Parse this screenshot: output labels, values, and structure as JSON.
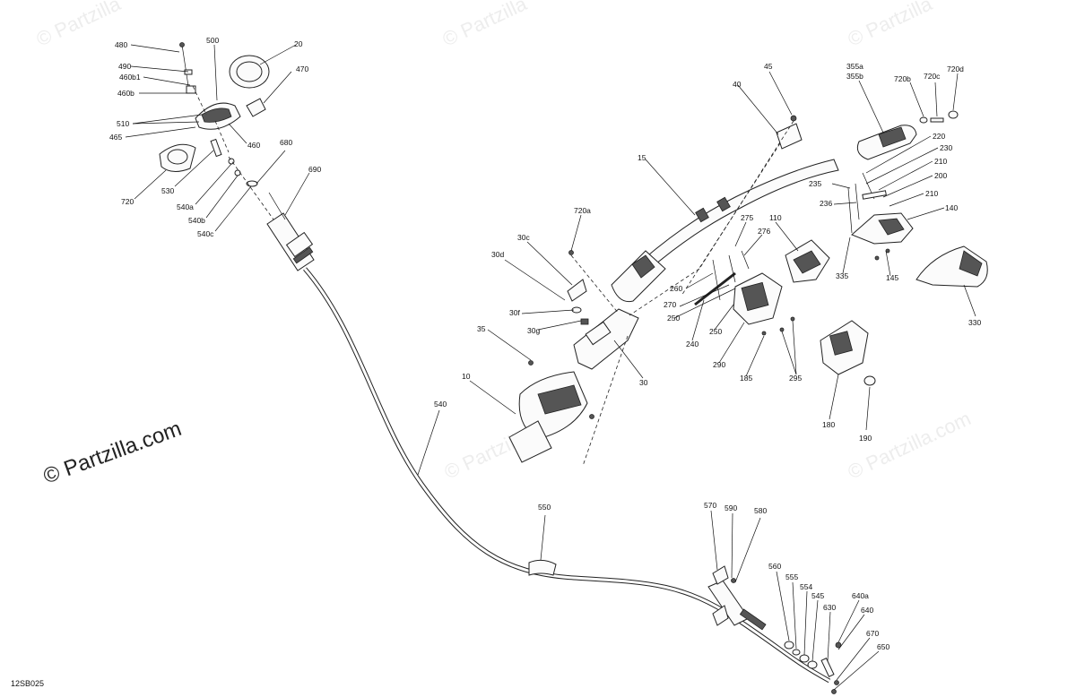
{
  "diagram": {
    "reference_code": "12SB025",
    "copyright": "© Partzilla.com",
    "watermark": "© Partzilla",
    "watermark_secondary": "© Partzilla.com",
    "callouts": [
      {
        "id": "480",
        "text": "480"
      },
      {
        "id": "490",
        "text": "490"
      },
      {
        "id": "460b1",
        "text": "460b1"
      },
      {
        "id": "460b",
        "text": "460b"
      },
      {
        "id": "500",
        "text": "500"
      },
      {
        "id": "20",
        "text": "20"
      },
      {
        "id": "470",
        "text": "470"
      },
      {
        "id": "510",
        "text": "510"
      },
      {
        "id": "465",
        "text": "465"
      },
      {
        "id": "460",
        "text": "460"
      },
      {
        "id": "680",
        "text": "680"
      },
      {
        "id": "690",
        "text": "690"
      },
      {
        "id": "720",
        "text": "720"
      },
      {
        "id": "530",
        "text": "530"
      },
      {
        "id": "540a",
        "text": "540a"
      },
      {
        "id": "540b",
        "text": "540b"
      },
      {
        "id": "540c",
        "text": "540c"
      },
      {
        "id": "45",
        "text": "45"
      },
      {
        "id": "40",
        "text": "40"
      },
      {
        "id": "15",
        "text": "15"
      },
      {
        "id": "355a",
        "text": "355a"
      },
      {
        "id": "355b",
        "text": "355b"
      },
      {
        "id": "720b",
        "text": "720b"
      },
      {
        "id": "720c",
        "text": "720c"
      },
      {
        "id": "720d",
        "text": "720d"
      },
      {
        "id": "220",
        "text": "220"
      },
      {
        "id": "230",
        "text": "230"
      },
      {
        "id": "210a",
        "text": "210"
      },
      {
        "id": "200",
        "text": "200"
      },
      {
        "id": "235",
        "text": "235"
      },
      {
        "id": "236",
        "text": "236"
      },
      {
        "id": "210b",
        "text": "210"
      },
      {
        "id": "140",
        "text": "140"
      },
      {
        "id": "720a",
        "text": "720a"
      },
      {
        "id": "275",
        "text": "275"
      },
      {
        "id": "110",
        "text": "110"
      },
      {
        "id": "276",
        "text": "276"
      },
      {
        "id": "30c",
        "text": "30c"
      },
      {
        "id": "30d",
        "text": "30d"
      },
      {
        "id": "260",
        "text": "260"
      },
      {
        "id": "270",
        "text": "270"
      },
      {
        "id": "335",
        "text": "335"
      },
      {
        "id": "145",
        "text": "145"
      },
      {
        "id": "250a",
        "text": "250"
      },
      {
        "id": "30f",
        "text": "30f"
      },
      {
        "id": "30g",
        "text": "30g"
      },
      {
        "id": "35",
        "text": "35"
      },
      {
        "id": "240",
        "text": "240"
      },
      {
        "id": "250b",
        "text": "250"
      },
      {
        "id": "330",
        "text": "330"
      },
      {
        "id": "290",
        "text": "290"
      },
      {
        "id": "185",
        "text": "185"
      },
      {
        "id": "295",
        "text": "295"
      },
      {
        "id": "30",
        "text": "30"
      },
      {
        "id": "10",
        "text": "10"
      },
      {
        "id": "180",
        "text": "180"
      },
      {
        "id": "190",
        "text": "190"
      },
      {
        "id": "540",
        "text": "540"
      },
      {
        "id": "550",
        "text": "550"
      },
      {
        "id": "570",
        "text": "570"
      },
      {
        "id": "590",
        "text": "590"
      },
      {
        "id": "580",
        "text": "580"
      },
      {
        "id": "560",
        "text": "560"
      },
      {
        "id": "555",
        "text": "555"
      },
      {
        "id": "554",
        "text": "554"
      },
      {
        "id": "545",
        "text": "545"
      },
      {
        "id": "640a",
        "text": "640a"
      },
      {
        "id": "630",
        "text": "630"
      },
      {
        "id": "640",
        "text": "640"
      },
      {
        "id": "670",
        "text": "670"
      },
      {
        "id": "650",
        "text": "650"
      }
    ]
  }
}
